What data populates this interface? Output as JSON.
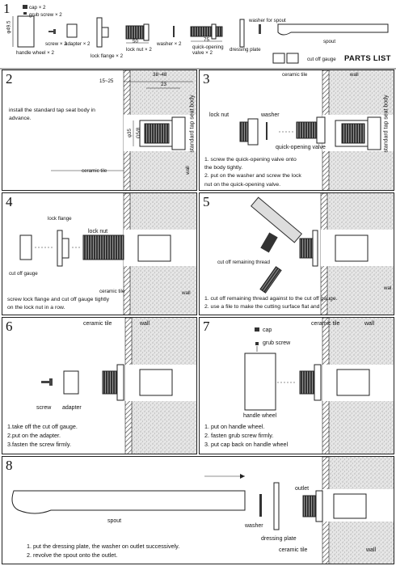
{
  "parts_list": {
    "title": "PARTS LIST",
    "cap": "cap × 2",
    "grub_screw": "grub screw × 2",
    "handle_wheel": "handle wheel × 2",
    "screw": "screw × 2",
    "adapter": "adapter × 2",
    "lock_flange": "lock flange × 2",
    "lock_nut": "lock nut × 2",
    "washer": "washer × 2",
    "quick_opening_valve": "quick-opening valve × 2",
    "dressing_plate": "dressing plate",
    "washer_for_spout": "washer for spout",
    "spout": "spout",
    "cut_off_gauge": "cut off gauge",
    "dim_phi495": "φ49.5",
    "dim_50": "50",
    "dim_75": "75"
  },
  "step2": {
    "number": "2",
    "instruction": "install the standard tap seat body in advance.",
    "label_ceramic_tile": "ceramic tile",
    "label_wall": "wall",
    "label_body": "standard tap seat body",
    "dim_top_left": "15~25",
    "dim_38_48": "38~48",
    "dim_23": "23",
    "dim_phi35": "φ35",
    "dim_g58": "G5/8"
  },
  "step3": {
    "number": "3",
    "label_ceramic_tile": "ceramic tile",
    "label_wall": "wall",
    "label_lock_nut": "lock nut",
    "label_washer": "washer",
    "label_valve": "quick-opening valve",
    "label_body": "standard tap seat body",
    "steps": [
      "1. screw the quick-opening valve onto",
      "    the body tightly.",
      "2. put on the washer and screw the lock",
      "    nut on the quick-opening valve."
    ]
  },
  "step4": {
    "number": "4",
    "label_lock_flange": "lock flange",
    "label_lock_nut": "lock nut",
    "label_cut_off_gauge": "cut off gauge",
    "label_ceramic_tile": "ceramic tile",
    "label_wall": "wall",
    "steps": [
      "screw lock flange and cut off gauge tightly",
      "on the lock nut in a row."
    ]
  },
  "step5": {
    "number": "5",
    "label_cut_thread": "cut off remaining thread",
    "label_wall": "wal",
    "steps": [
      "1. cut off remaining thread against to the cut off gauge.",
      "2. use a file to make the cutting surface flat and"
    ]
  },
  "step6": {
    "number": "6",
    "label_ceramic_tile": "ceramic tile",
    "label_wall": "wall",
    "label_screw": "screw",
    "label_adapter": "adapter",
    "steps": [
      "1.take off the cut off gauge.",
      "2.put on the adapter.",
      "3.fasten the screw firmly."
    ]
  },
  "step7": {
    "number": "7",
    "label_cap": "cap",
    "label_grub_screw": "grub screw",
    "label_ceramic_tile": "ceramic tile",
    "label_wall": "wall",
    "label_handle_wheel": "handle wheel",
    "steps": [
      "1. put on handle wheel.",
      "2. fasten grub screw firmly.",
      "3. put cap back on handle wheel"
    ]
  },
  "step8": {
    "number": "8",
    "label_outlet": "outlet",
    "label_spout": "spout",
    "label_washer": "washer",
    "label_dressing_plate": "dressing plate",
    "label_ceramic_tile": "ceramic tile",
    "label_wall": "wall",
    "steps": [
      "1. put the dressing plate, the washer on outlet successively.",
      "2. revolve the spout onto the outlet."
    ]
  }
}
